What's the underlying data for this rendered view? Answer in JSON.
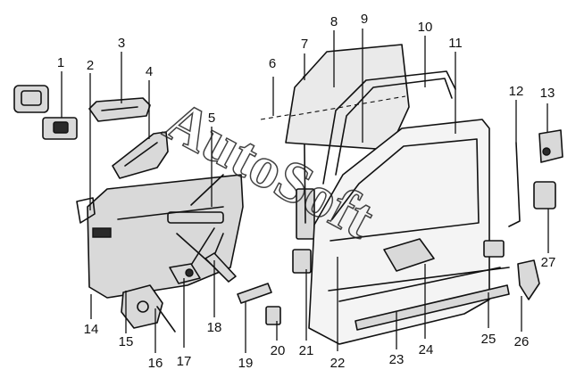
{
  "callouts": [
    {
      "id": "1",
      "label": "1"
    },
    {
      "id": "2",
      "label": "2"
    },
    {
      "id": "3",
      "label": "3"
    },
    {
      "id": "4",
      "label": "4"
    },
    {
      "id": "5",
      "label": "5"
    },
    {
      "id": "6",
      "label": "6"
    },
    {
      "id": "7",
      "label": "7"
    },
    {
      "id": "8",
      "label": "8"
    },
    {
      "id": "9",
      "label": "9"
    },
    {
      "id": "10",
      "label": "10"
    },
    {
      "id": "11",
      "label": "11"
    },
    {
      "id": "12",
      "label": "12"
    },
    {
      "id": "13",
      "label": "13"
    },
    {
      "id": "14",
      "label": "14"
    },
    {
      "id": "15",
      "label": "15"
    },
    {
      "id": "16",
      "label": "16"
    },
    {
      "id": "17",
      "label": "17"
    },
    {
      "id": "18",
      "label": "18"
    },
    {
      "id": "19",
      "label": "19"
    },
    {
      "id": "20",
      "label": "20"
    },
    {
      "id": "21",
      "label": "21"
    },
    {
      "id": "22",
      "label": "22"
    },
    {
      "id": "23",
      "label": "23"
    },
    {
      "id": "24",
      "label": "24"
    },
    {
      "id": "25",
      "label": "25"
    },
    {
      "id": "26",
      "label": "26"
    },
    {
      "id": "27",
      "label": "27"
    }
  ],
  "watermark": "AutoSoft"
}
